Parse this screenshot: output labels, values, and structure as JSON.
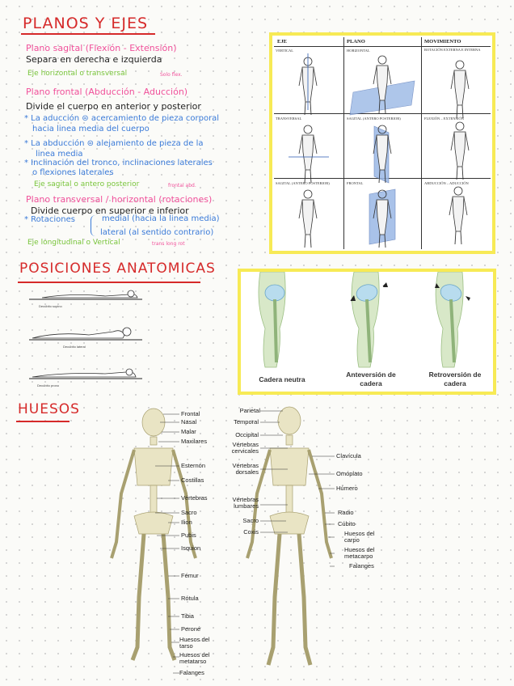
{
  "notes": {
    "title": "PLANOS Y EJES",
    "sagittal_title": "Plano sagital (Flexión - Extensión)",
    "sagittal_desc": "Separa en derecha e izquierda",
    "sagittal_axis": "Eje horizontal o transversal",
    "sagittal_axis_note": "Solo flex.",
    "frontal_title": "Plano frontal (Abducción - Aducción)",
    "frontal_desc": "Divide el cuerpo en anterior y posterior",
    "adduction_1": "* La aducción ⊜ acercamiento de pieza corporal",
    "adduction_2": "hacia linea media del cuerpo",
    "abduction_1": "* La abducción ⊜ alejamiento de pieza de la",
    "abduction_2": "linea media",
    "inclination_1": "* Inclinación del tronco, inclinaciones laterales",
    "inclination_2": "o flexiones laterales",
    "frontal_axis": "Eje sagital o antero posterior",
    "frontal_axis_note": "frontal abd.",
    "transverse_title": "Plano transversal / horizontal (rotaciones)",
    "transverse_desc": "Divide cuerpo en superior e inferior",
    "rotations": "* Rotaciones",
    "medial": "medial (hacia la linea media)",
    "lateral": "lateral (al sentido contrario)",
    "transverse_axis": "Eje longitudinal o Vertical",
    "transverse_axis_note": "trans long rot"
  },
  "planes_table": {
    "headers": [
      "EJE",
      "PLANO",
      "MOVIMIENTO"
    ],
    "rows": [
      [
        "VERTICAL",
        "HORIZONTAL",
        "ROTACIÓN EXTERNA E INTERNA"
      ],
      [
        "TRANSVERSAL",
        "SAGITAL (ANTERO POSTERIOR)",
        "FLEXIÓN – EXTENSIÓN"
      ],
      [
        "SAGITAL (ANTERO POSTERIOR)",
        "FRONTAL",
        "ABDUCCIÓN – ADUCCIÓN"
      ]
    ]
  },
  "positions": {
    "title": "POSICIONES ANATOMICAS",
    "labels": [
      "Decúbito supino",
      "Decúbito lateral",
      "Decúbito prono"
    ]
  },
  "hip": {
    "labels": [
      "Cadera neutra",
      "Anteversión de cadera",
      "Retroversión de cadera"
    ]
  },
  "bones": {
    "title": "HUESOS",
    "anterior_labels": [
      "Frontal",
      "Nasal",
      "Malar",
      "Maxilares",
      "Esternón",
      "Costillas",
      "Vértebras",
      "Sacro",
      "Ilion",
      "Pubis",
      "Isquion",
      "Fémur",
      "Rótula",
      "Tibia",
      "Peroné",
      "Huesos del tarso",
      "Huesos del metatarso",
      "Falanges"
    ],
    "posterior_left_labels": [
      "Parietal",
      "Temporal",
      "Occipital",
      "Vértebras cervicales",
      "Vértebras dorsales",
      "Vértebras lumbares",
      "Sacro",
      "Coxis"
    ],
    "posterior_right_labels": [
      "Clavícula",
      "Omóplato",
      "Húmero",
      "Radio",
      "Cúbito",
      "Huesos del carpo",
      "Huesos del metacarpo",
      "Falanges"
    ]
  },
  "colors": {
    "title_red": "#d62a2a",
    "pink": "#f0509a",
    "orange": "#f07a30",
    "green": "#78c43a",
    "blue": "#3a7ad8",
    "highlight_yellow": "#f7ea55",
    "bone": "#e9e4c4"
  }
}
